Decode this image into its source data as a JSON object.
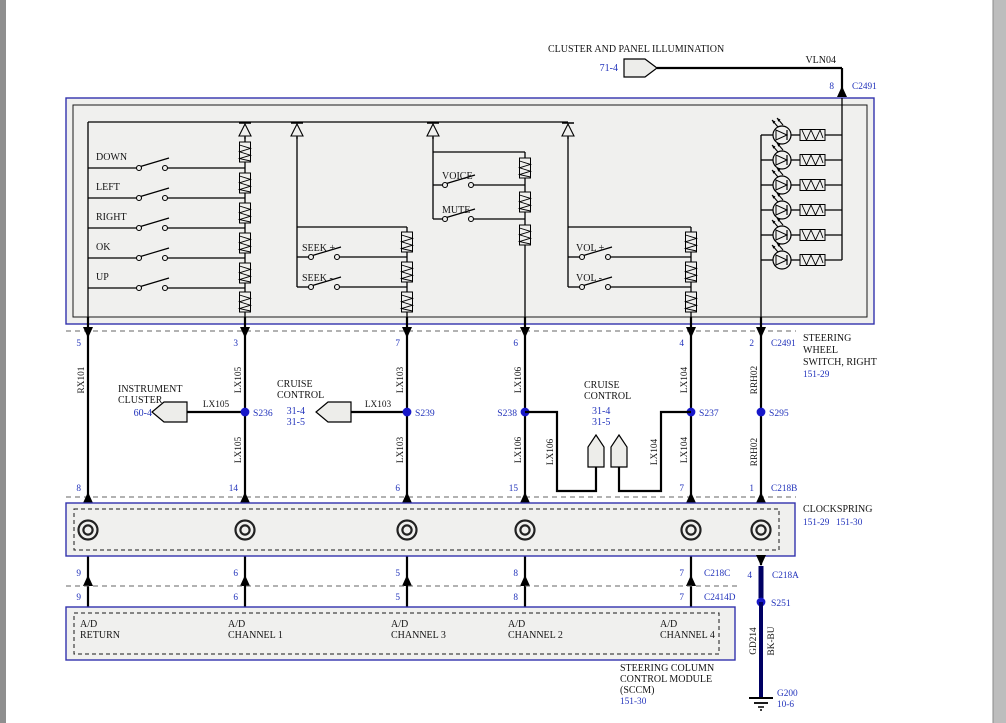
{
  "header": {
    "title": "CLUSTER AND PANEL ILLUMINATION",
    "page_ref": "71-4",
    "wire": "VLN04",
    "pin": "8",
    "connector": "C2491"
  },
  "box": {
    "switches": [
      "DOWN",
      "LEFT",
      "RIGHT",
      "OK",
      "UP"
    ],
    "seek": [
      "SEEK +",
      "SEEK -"
    ],
    "media": [
      "VOICE",
      "MUTE"
    ],
    "vol": [
      "VOL +",
      "VOL -"
    ],
    "led_count": 6,
    "label": [
      "STEERING",
      "WHEEL",
      "SWITCH, RIGHT"
    ],
    "page": "151-29"
  },
  "c2491": {
    "name": "C2491",
    "pins": [
      "5",
      "3",
      "7",
      "6",
      "4",
      "2"
    ]
  },
  "wires": {
    "c1": "RX101",
    "c2": "LX105",
    "c3": "LX103",
    "c4": "LX106",
    "c5": "LX104",
    "c6": "RRH02"
  },
  "splices": {
    "s236": "S236",
    "s239": "S239",
    "s238": "S238",
    "s237": "S237",
    "s295": "S295",
    "s251": "S251"
  },
  "refs": {
    "ic": {
      "l1": "INSTRUMENT",
      "l2": "CLUSTER",
      "page": "60-4",
      "wire": "LX105"
    },
    "ccl": {
      "l1": "CRUISE",
      "l2": "CONTROL",
      "p1": "31-4",
      "p2": "31-5",
      "wire": "LX103"
    },
    "ccr": {
      "l1": "CRUISE",
      "l2": "CONTROL",
      "p1": "31-4",
      "p2": "31-5"
    }
  },
  "c218b": {
    "name": "C218B",
    "pins": [
      "8",
      "14",
      "6",
      "15",
      "7",
      "1"
    ]
  },
  "clockspring": {
    "label": "CLOCKSPRING",
    "p1": "151-29",
    "p2": "151-30"
  },
  "c218c": {
    "name": "C218C",
    "pins": [
      "9",
      "6",
      "5",
      "8",
      "7"
    ]
  },
  "c2414d": {
    "name": "C2414D",
    "pins": [
      "9",
      "6",
      "5",
      "8",
      "7"
    ]
  },
  "c218a": {
    "name": "C218A",
    "pin": "4"
  },
  "sccm": {
    "channels": [
      [
        "A/D",
        "RETURN"
      ],
      [
        "A/D",
        "CHANNEL 1"
      ],
      [
        "A/D",
        "CHANNEL 3"
      ],
      [
        "A/D",
        "CHANNEL 2"
      ],
      [
        "A/D",
        "CHANNEL 4"
      ]
    ],
    "t1": "STEERING COLUMN",
    "t2": "CONTROL MODULE",
    "t3": "(SCCM)",
    "page": "151-30"
  },
  "ground": {
    "wire": "GD214",
    "color": "BK-BU",
    "id": "G200",
    "page": "10-6"
  },
  "colors": {
    "blue_text": "#2233bb",
    "box_border": "#3232ad",
    "box_fill": "#f0f0ee",
    "splice": "#1717c9",
    "ground_wire": "#000063"
  }
}
